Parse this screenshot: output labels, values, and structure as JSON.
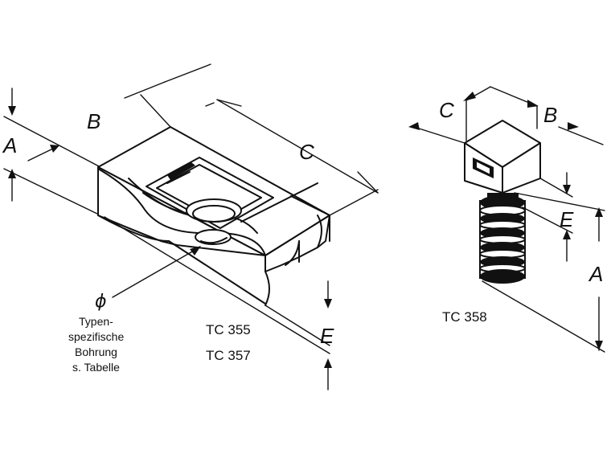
{
  "left_part": {
    "dim_A": "A",
    "dim_B": "B",
    "dim_C": "C",
    "dim_E": "E",
    "phi_symbol": "ϕ",
    "note_lines": [
      "Typen-",
      "spezifische",
      "Bohrung",
      "s. Tabelle"
    ],
    "model_1": "TC 355",
    "model_2": "TC 357"
  },
  "right_part": {
    "dim_A": "A",
    "dim_B": "B",
    "dim_C": "C",
    "dim_E": "E",
    "model": "TC 358"
  },
  "colors": {
    "ink": "#111111",
    "paper": "#ffffff"
  }
}
